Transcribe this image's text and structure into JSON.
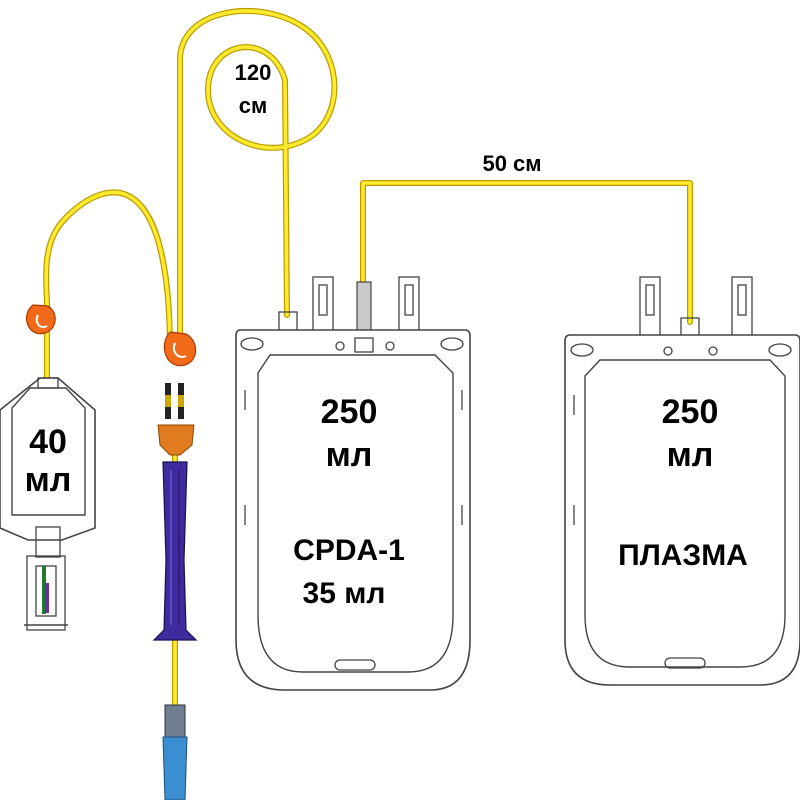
{
  "labels": {
    "coil_length_value": "120",
    "coil_length_unit": "см",
    "transfer_length": "50 см",
    "sample_bag_volume_value": "40",
    "sample_bag_volume_unit": "мл",
    "primary_bag_volume_value": "250",
    "primary_bag_volume_unit": "мл",
    "primary_bag_anticoagulant": "CPDA-1",
    "primary_bag_anticoagulant_volume": "35 мл",
    "plasma_bag_volume_value": "250",
    "plasma_bag_volume_unit": "мл",
    "plasma_bag_name": "ПЛАЗМА"
  },
  "colors": {
    "tubing": "#ffea2e",
    "tubing_edge": "#b89a00",
    "clamp": "#f06a1a",
    "needle_guard": "#3f2a9e",
    "connector": "#e07b20",
    "needle_cap": "#3b8fd0",
    "outline": "#444444"
  }
}
